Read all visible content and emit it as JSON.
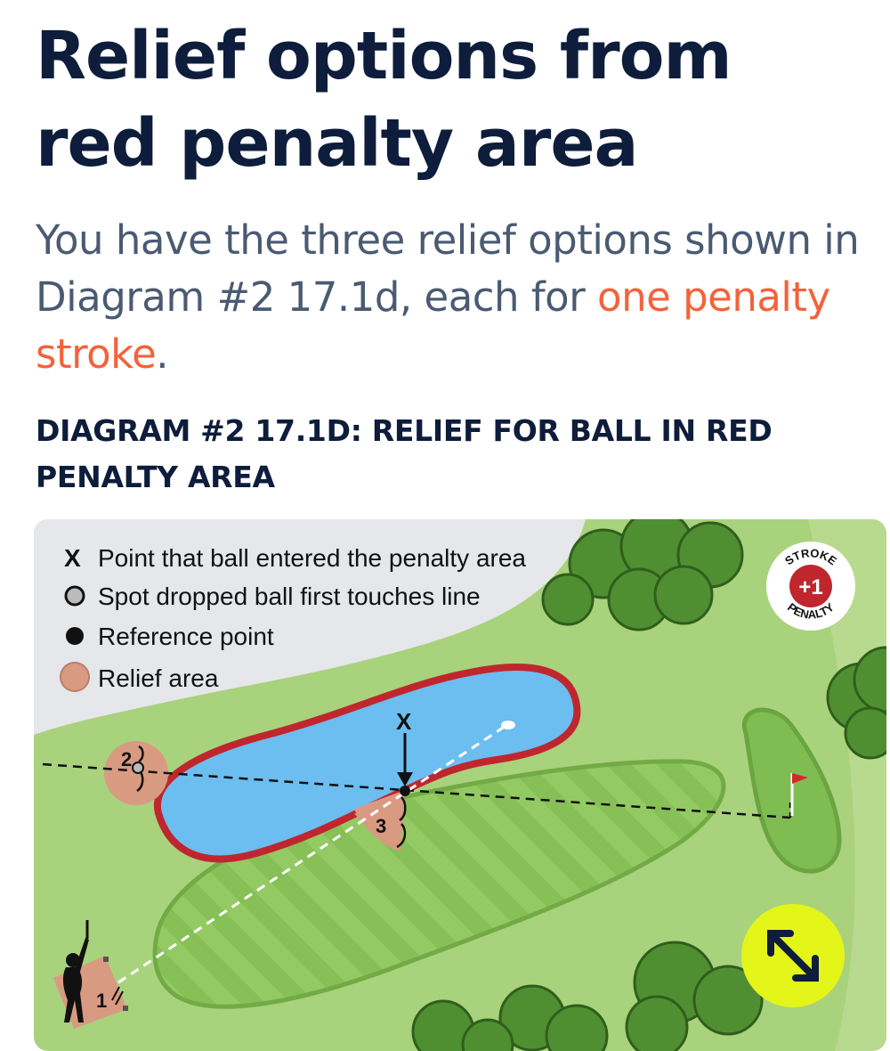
{
  "title": "Relief options from red penalty area",
  "lede": {
    "before": "You have the three relief options shown in Diagram #2 17.1d, each for ",
    "highlight": "one penalty stroke",
    "after": "."
  },
  "diagram_heading": "DIAGRAM #2 17.1D: RELIEF FOR BALL IN RED PENALTY AREA",
  "legend": {
    "x_symbol": "X",
    "entry_point": "Point that ball entered the penalty area",
    "drop_spot": "Spot dropped ball first touches line",
    "reference_point": "Reference point",
    "relief_area": "Relief area"
  },
  "markers": {
    "x_label": "X",
    "option_1": "1",
    "option_2": "2",
    "option_3": "3"
  },
  "badge": {
    "top": "STROKE",
    "center": "+1",
    "bottom": "PENALTY"
  },
  "colors": {
    "accent": "#f4623a",
    "penalty_red": "#c0262e",
    "water": "#6cbdf0",
    "fairway": "#8cc45c",
    "rough": "#a9d27c",
    "relief": "#d99a82",
    "expand_button": "#e4f51a"
  },
  "icons": [
    "expand-icon",
    "golfer-icon",
    "flag-icon",
    "tree-icon"
  ]
}
